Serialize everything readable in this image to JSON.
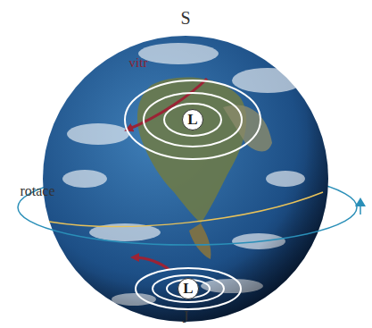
{
  "diagram": {
    "nodes": [
      {
        "text": [
          "L"
        ]
      },
      {
        "text": [
          "L"
        ]
      }
    ],
    "labels": [
      "S",
      "vitr",
      "rotace",
      "J"
    ]
  }
}
